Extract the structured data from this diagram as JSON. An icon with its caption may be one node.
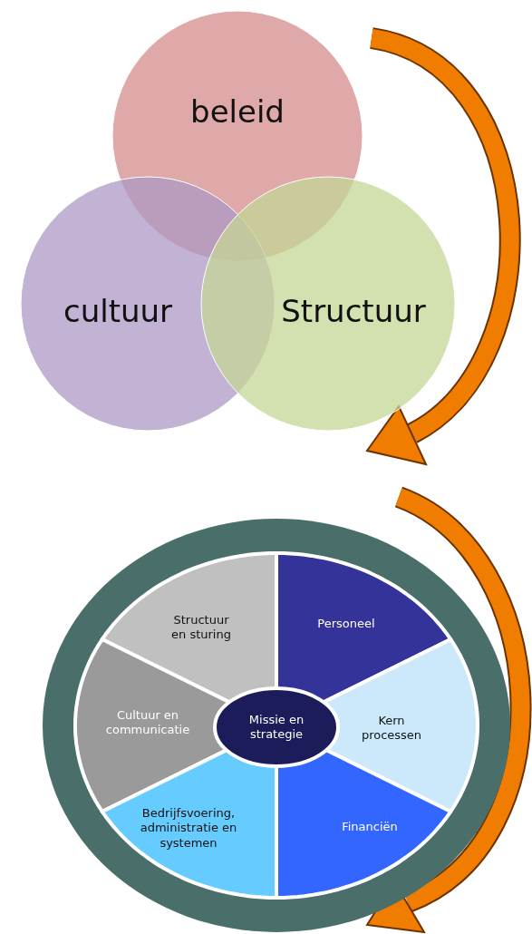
{
  "diagram": {
    "nodes": [
      {
        "text": [
          "beleid"
        ]
      },
      {
        "text": [
          "cultuur"
        ]
      },
      {
        "text": [
          "Structuur"
        ]
      },
      {
        "text": [],
        "shape": "circle"
      },
      {
        "text": [
          "Structuur en sturing"
        ],
        "in": 3
      },
      {
        "text": [
          "Personeel"
        ],
        "in": 3
      },
      {
        "text": [
          "Cultuur en communicatie"
        ],
        "in": 3
      },
      {
        "text": [
          "Missie en strategie"
        ],
        "in": 3
      },
      {
        "text": [
          "Kern processen"
        ],
        "in": 3
      },
      {
        "text": [
          "Bedrijfsvoering, administratie en systemen"
        ],
        "in": 3
      },
      {
        "text": [
          "Financiën"
        ],
        "in": 3
      }
    ]
  }
}
